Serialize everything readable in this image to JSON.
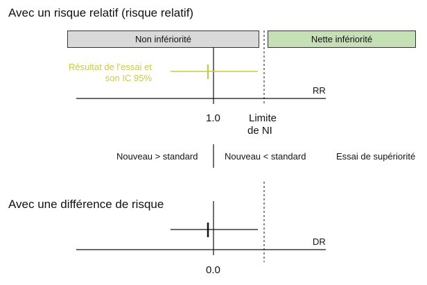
{
  "relative_risk": {
    "heading": "Avec un risque relatif (risque relatif)",
    "non_inferiority_label": "Non infériorité",
    "net_inferiority_label": "Nette infériorité",
    "trial_result_line1": "Résultat de l’essai et",
    "trial_result_line2": "son IC 95%",
    "axis_label": "RR",
    "null_value_label": "1.0",
    "limit_label_line1": "Limite",
    "limit_label_line2": "de NI",
    "new_better_label": "Nouveau > standard",
    "new_worse_label": "Nouveau < standard",
    "superiority_label": "Essai de supériorité"
  },
  "risk_difference": {
    "heading": "Avec une différence de risque",
    "axis_label": "DR",
    "null_value_label": "0.0"
  },
  "colors": {
    "non_inferiority_fill": "#d9d9d9",
    "net_inferiority_fill": "#c5e0b4",
    "trial_result": "#c9c94a",
    "axis": "#111111"
  }
}
